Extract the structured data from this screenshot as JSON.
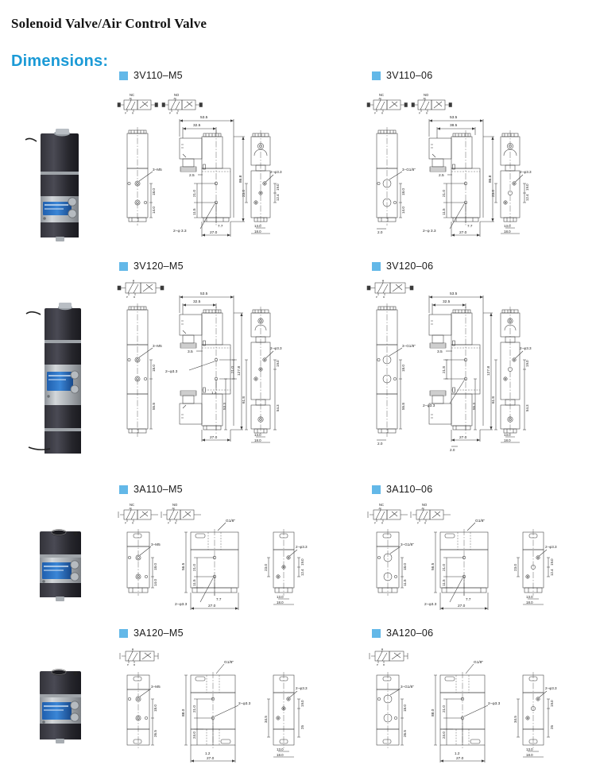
{
  "document": {
    "title": "Solenoid Valve/Air Control Valve",
    "section_heading": "Dimensions:",
    "accent_color": "#1b9ad6",
    "marker_color": "#63b8e8"
  },
  "symbols": {
    "nc_label": "NC",
    "no_label": "NO",
    "port_a": "A",
    "port_p": "P",
    "port_r": "R"
  },
  "blocks": [
    {
      "id": "3v110-m5",
      "model": "3V110–M5",
      "type": "single-solenoid",
      "port_thread": "3−M5",
      "mount_hole": "2−φ 3.3",
      "hole_callout_right": "2−φ 3.3",
      "symbols": [
        "NC",
        "NO"
      ],
      "dims": {
        "front_18": "18.0",
        "front_14": "14.0",
        "top_535": "53.5",
        "top_325": "32.5",
        "height_868": "86.8",
        "d_25": "2.5",
        "d_210": "21.0",
        "d_115": "11.5",
        "d_77": "7.7",
        "width_270": "27.0",
        "side_230": "23.0",
        "side_190": "19.0",
        "side_124": "12.4",
        "side_130": "13.0",
        "side_180": "18.0"
      }
    },
    {
      "id": "3v110-06",
      "model": "3V110–06",
      "type": "single-solenoid",
      "port_thread": "3−G1/8\"",
      "mount_hole": "2−φ 3.3",
      "hole_callout_right": "2−φ 3.3",
      "symbols": [
        "NC",
        "NO"
      ],
      "dims": {
        "front_18": "18.0",
        "front_14": "14.0",
        "front_20": "2.0",
        "top_535": "53.5",
        "top_385": "38.5",
        "height_868": "86.8",
        "d_25": "2.5",
        "d_210": "21.0",
        "d_115": "11.5",
        "d_77": "7.7",
        "width_270": "27.0",
        "side_230": "23.0",
        "side_190": "19.0",
        "side_124": "12.4",
        "side_130": "13.0",
        "side_180": "18.0"
      }
    },
    {
      "id": "3v120-m5",
      "model": "3V120–M5",
      "type": "double-solenoid",
      "port_thread": "3−M5",
      "mount_hole": "2−φ 3.3",
      "hole_callout_right": "2−φ 3.3",
      "symbols": [],
      "dims": {
        "front_18": "18.0",
        "front_558": "55.8",
        "top_535": "53.5",
        "top_325": "32.5",
        "height_1278": "127.8",
        "d_35": "3.5",
        "d_210": "21.0",
        "d_12": "1.2",
        "d_533": "53.3",
        "width_270": "27.0",
        "side_618": "61.8",
        "side_190": "19.0",
        "side_543": "54.3",
        "side_130": "13.0",
        "side_180": "18.0"
      }
    },
    {
      "id": "3v120-06",
      "model": "3V120–06",
      "type": "double-solenoid",
      "port_thread": "3−G1/8\"",
      "mount_hole": "2−φ 3.3",
      "hole_callout_right": "2−φ 3.3",
      "symbols": [],
      "dims": {
        "front_18": "18.0",
        "front_558": "55.8",
        "front_20": "2.0",
        "top_535": "53.5",
        "top_325": "32.5",
        "height_1278": "127.8",
        "d_35": "3.5",
        "d_218": "21.8",
        "d_553": "55.3",
        "width_270": "27.0",
        "side_618": "61.8",
        "side_190": "19.0",
        "side_543": "54.3",
        "side_130": "13.0",
        "side_180": "18.0"
      }
    },
    {
      "id": "3a110-m5",
      "model": "3A110–M5",
      "type": "air-pilot",
      "port_thread": "3−M5",
      "pilot_thread": "G1/8\"",
      "mount_hole": "2−φ 3.3",
      "hole_callout_right": "2−φ 3.3",
      "symbols": [
        "NC",
        "NO"
      ],
      "dims": {
        "front_18": "18.0",
        "front_14": "14.0",
        "height_565": "56.5",
        "d_210": "21.0",
        "d_115": "11.5",
        "d_77": "7.7",
        "width_270": "27.0",
        "side_230": "23.0",
        "side_190": "19.0",
        "side_124": "12.4",
        "side_130": "13.0",
        "side_180": "18.0"
      }
    },
    {
      "id": "3a110-06",
      "model": "3A110–06",
      "type": "air-pilot",
      "port_thread": "3−G1/8\"",
      "pilot_thread": "G1/8\"",
      "mount_hole": "2−φ 3.3",
      "hole_callout_right": "2−φ 3.3",
      "symbols": [
        "NC",
        "NO"
      ],
      "dims": {
        "front_18": "18.0",
        "front_115": "11.5",
        "height_565": "56.5",
        "d_210": "21.0",
        "d_115": "11.5",
        "d_77": "7.7",
        "width_270": "27.0",
        "side_230": "23.0",
        "side_190": "19.0",
        "side_124": "12.4",
        "side_130": "13.0",
        "side_180": "18.0"
      }
    },
    {
      "id": "3a120-m5",
      "model": "3A120–M5",
      "type": "air-pilot-double",
      "port_thread": "3−M5",
      "pilot_thread": "G1/8\"",
      "mount_hole": "2−φ 3.3",
      "hole_callout_right": "2−φ 3.3",
      "symbols": [],
      "dims": {
        "front_18": "18.0",
        "front_265": "26.5",
        "height_880": "88.0",
        "d_210": "21.0",
        "d_240": "24.0",
        "d_12": "1.2",
        "width_270": "27.0",
        "side_345": "34.5",
        "side_190": "19.0",
        "side_25": "25",
        "side_130": "13.0",
        "side_180": "18.0"
      }
    },
    {
      "id": "3a120-06",
      "model": "3A120–06",
      "type": "air-pilot-double",
      "port_thread": "3−G1/8\"",
      "pilot_thread": "G1/8\"",
      "mount_hole": "2−φ 3.3",
      "hole_callout_right": "2−φ 3.3",
      "symbols": [],
      "dims": {
        "front_18": "18.0",
        "front_265": "26.5",
        "height_880": "88.0",
        "d_210": "21.0",
        "d_240": "24.0",
        "d_12": "1.2",
        "width_270": "27.0",
        "side_345": "34.5",
        "side_190": "19.0",
        "side_25": "25",
        "side_130": "13.0",
        "side_180": "18.0"
      }
    }
  ],
  "photos": [
    {
      "id": "photo-3v110",
      "alt": "3V110 single solenoid valve"
    },
    {
      "id": "photo-3v120",
      "alt": "3V120 double solenoid valve"
    },
    {
      "id": "photo-3a110",
      "alt": "3A110 air control valve"
    },
    {
      "id": "photo-3a120",
      "alt": "3A120 air control valve"
    }
  ]
}
